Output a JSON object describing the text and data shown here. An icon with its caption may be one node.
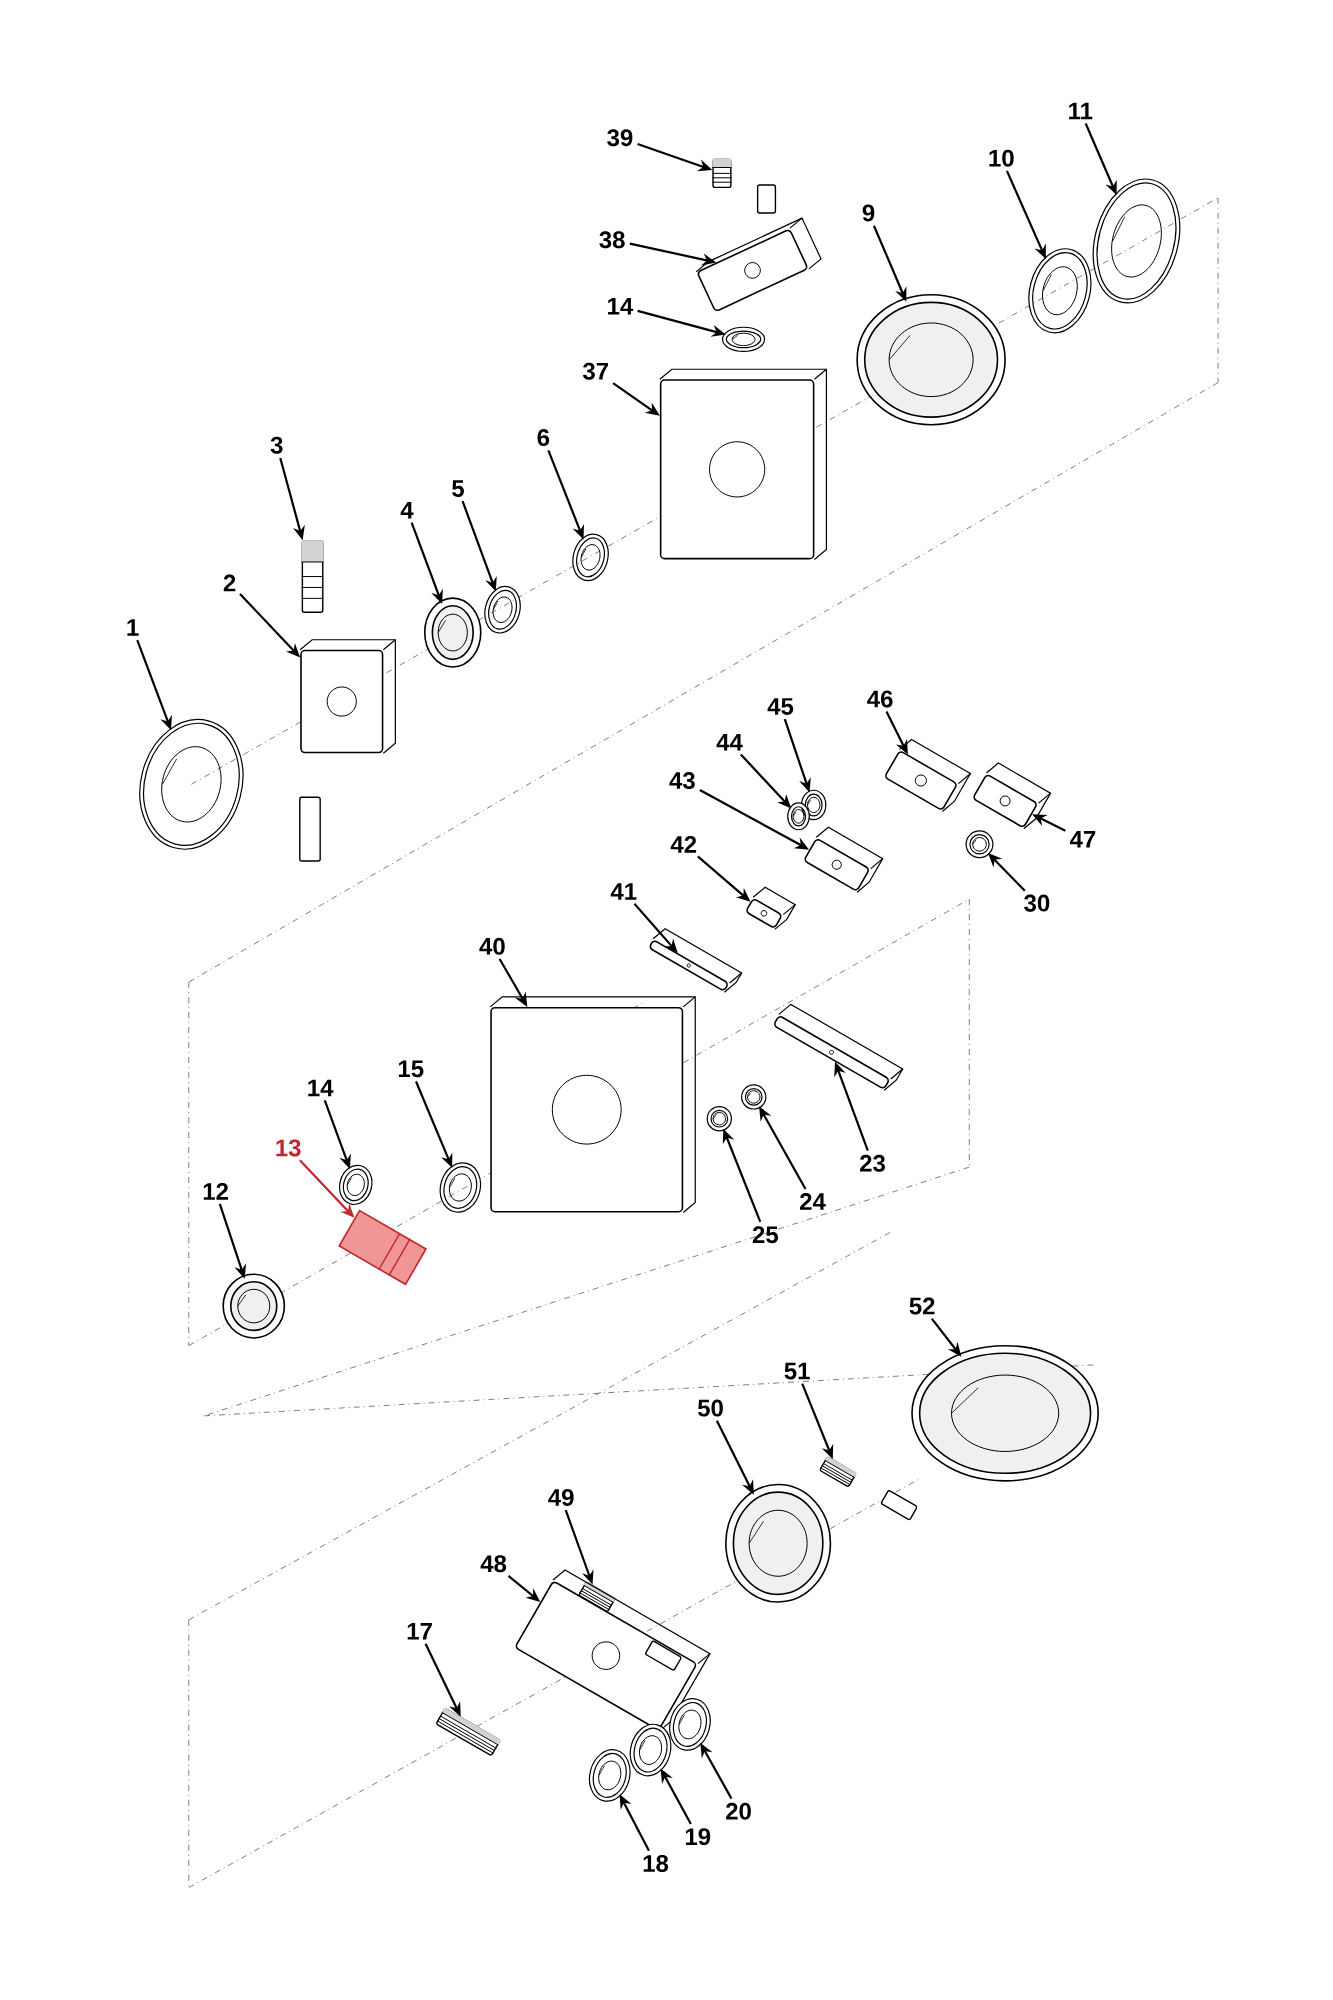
{
  "diagram": {
    "nodes": [
      {
        "text": [
          "39"
        ]
      },
      {
        "text": [],
        "shape": "picture"
      },
      {
        "text": [
          "38"
        ]
      },
      {
        "text": [],
        "shape": "picture"
      },
      {
        "text": [
          "14"
        ]
      },
      {
        "text": [],
        "shape": "picture"
      },
      {
        "text": [
          "37"
        ]
      },
      {
        "text": [],
        "shape": "picture"
      },
      {
        "text": [
          "11"
        ]
      },
      {
        "text": [],
        "shape": "picture"
      },
      {
        "text": [
          "10"
        ]
      },
      {
        "text": [],
        "shape": "picture"
      },
      {
        "text": [
          "9"
        ]
      },
      {
        "text": [],
        "shape": "picture"
      },
      {
        "text": [
          "3"
        ]
      },
      {
        "text": [],
        "shape": "picture"
      },
      {
        "text": [
          "6"
        ]
      },
      {
        "text": [],
        "shape": "picture"
      },
      {
        "text": [
          "5"
        ]
      },
      {
        "text": [],
        "shape": "picture"
      },
      {
        "text": [
          "4"
        ]
      },
      {
        "text": [],
        "shape": "picture"
      },
      {
        "text": [
          "2"
        ]
      },
      {
        "text": [],
        "shape": "picture"
      },
      {
        "text": [
          "1"
        ]
      },
      {
        "text": [],
        "shape": "picture"
      },
      {
        "text": [
          "46"
        ]
      },
      {
        "text": [],
        "shape": "picture"
      },
      {
        "text": [
          "45"
        ]
      },
      {
        "text": [],
        "shape": "picture"
      },
      {
        "text": [
          "44"
        ]
      },
      {
        "text": [],
        "shape": "picture"
      },
      {
        "text": [
          "43"
        ]
      },
      {
        "text": [],
        "shape": "picture"
      },
      {
        "text": [
          "42"
        ]
      },
      {
        "text": [],
        "shape": "picture"
      },
      {
        "text": [
          "47"
        ]
      },
      {
        "text": [],
        "shape": "picture"
      },
      {
        "text": [
          "30"
        ]
      },
      {
        "text": [],
        "shape": "picture"
      },
      {
        "text": [
          "41"
        ]
      },
      {
        "text": [],
        "shape": "picture"
      },
      {
        "text": [
          "40"
        ]
      },
      {
        "text": [],
        "shape": "picture"
      },
      {
        "text": [
          "15"
        ]
      },
      {
        "text": [],
        "shape": "picture"
      },
      {
        "text": [
          "14"
        ]
      },
      {
        "text": [],
        "shape": "picture"
      },
      {
        "text": [
          "13"
        ]
      },
      {
        "text": [],
        "shape": "picture"
      },
      {
        "text": [
          "12"
        ]
      },
      {
        "text": [],
        "shape": "picture"
      },
      {
        "text": [
          "23"
        ]
      },
      {
        "text": [],
        "shape": "picture"
      },
      {
        "text": [
          "24"
        ]
      },
      {
        "text": [],
        "shape": "picture"
      },
      {
        "text": [
          "25"
        ]
      },
      {
        "text": [],
        "shape": "picture"
      },
      {
        "text": [
          "52"
        ]
      },
      {
        "text": [],
        "shape": "picture"
      },
      {
        "text": [
          "51"
        ]
      },
      {
        "text": [],
        "shape": "picture"
      },
      {
        "text": [
          "50"
        ]
      },
      {
        "text": [],
        "shape": "picture"
      },
      {
        "text": [
          "49"
        ]
      },
      {
        "text": [],
        "shape": "picture"
      },
      {
        "text": [
          "48"
        ]
      },
      {
        "text": [],
        "shape": "picture"
      },
      {
        "text": [
          "17"
        ]
      },
      {
        "text": [],
        "shape": "picture"
      },
      {
        "text": [
          "20"
        ]
      },
      {
        "text": [],
        "shape": "picture"
      },
      {
        "text": [
          "19"
        ]
      },
      {
        "text": [],
        "shape": "picture"
      },
      {
        "text": [
          "18"
        ]
      },
      {
        "text": [],
        "shape": "picture"
      }
    ],
    "edges": [
      {
        "from": 0,
        "to": 1,
        "arrow": "to"
      },
      {
        "from": 2,
        "to": 3,
        "arrow": "to"
      },
      {
        "from": 4,
        "to": 5,
        "arrow": "to"
      },
      {
        "from": 6,
        "to": 7,
        "arrow": "to"
      },
      {
        "from": 8,
        "to": 9,
        "arrow": "to"
      },
      {
        "from": 10,
        "to": 11,
        "arrow": "to"
      },
      {
        "from": 12,
        "to": 13,
        "arrow": "to"
      },
      {
        "from": 14,
        "to": 15,
        "arrow": "to"
      },
      {
        "from": 16,
        "to": 17,
        "arrow": "to"
      },
      {
        "from": 18,
        "to": 19,
        "arrow": "to"
      },
      {
        "from": 20,
        "to": 21,
        "arrow": "to"
      },
      {
        "from": 22,
        "to": 23,
        "arrow": "to"
      },
      {
        "from": 24,
        "to": 25,
        "arrow": "to"
      },
      {
        "from": 26,
        "to": 27,
        "arrow": "to"
      },
      {
        "from": 28,
        "to": 29,
        "arrow": "to"
      },
      {
        "from": 30,
        "to": 31,
        "arrow": "to"
      },
      {
        "from": 32,
        "to": 33,
        "arrow": "to"
      },
      {
        "from": 34,
        "to": 35,
        "arrow": "to"
      },
      {
        "from": 36,
        "to": 37,
        "arrow": "to"
      },
      {
        "from": 38,
        "to": 39,
        "arrow": "to"
      },
      {
        "from": 40,
        "to": 41,
        "arrow": "to"
      },
      {
        "from": 42,
        "to": 43,
        "arrow": "to"
      },
      {
        "from": 44,
        "to": 45,
        "arrow": "to"
      },
      {
        "from": 46,
        "to": 47,
        "arrow": "to"
      },
      {
        "from": 48,
        "to": 49,
        "arrow": "to",
        "color": "#c0272d"
      },
      {
        "from": 50,
        "to": 51,
        "arrow": "to"
      },
      {
        "from": 52,
        "to": 53,
        "arrow": "to"
      },
      {
        "from": 54,
        "to": 55,
        "arrow": "to"
      },
      {
        "from": 56,
        "to": 57,
        "arrow": "to"
      },
      {
        "from": 58,
        "to": 59,
        "arrow": "to"
      },
      {
        "from": 60,
        "to": 61,
        "arrow": "to"
      },
      {
        "from": 62,
        "to": 63,
        "arrow": "to"
      },
      {
        "from": 64,
        "to": 65,
        "arrow": "to"
      },
      {
        "from": 66,
        "to": 67,
        "arrow": "to"
      },
      {
        "from": 68,
        "to": 69,
        "arrow": "to"
      },
      {
        "from": 70,
        "to": 71,
        "arrow": "to"
      },
      {
        "from": 72,
        "to": 73,
        "arrow": "to"
      },
      {
        "from": 74,
        "to": 75,
        "arrow": "to"
      }
    ]
  }
}
